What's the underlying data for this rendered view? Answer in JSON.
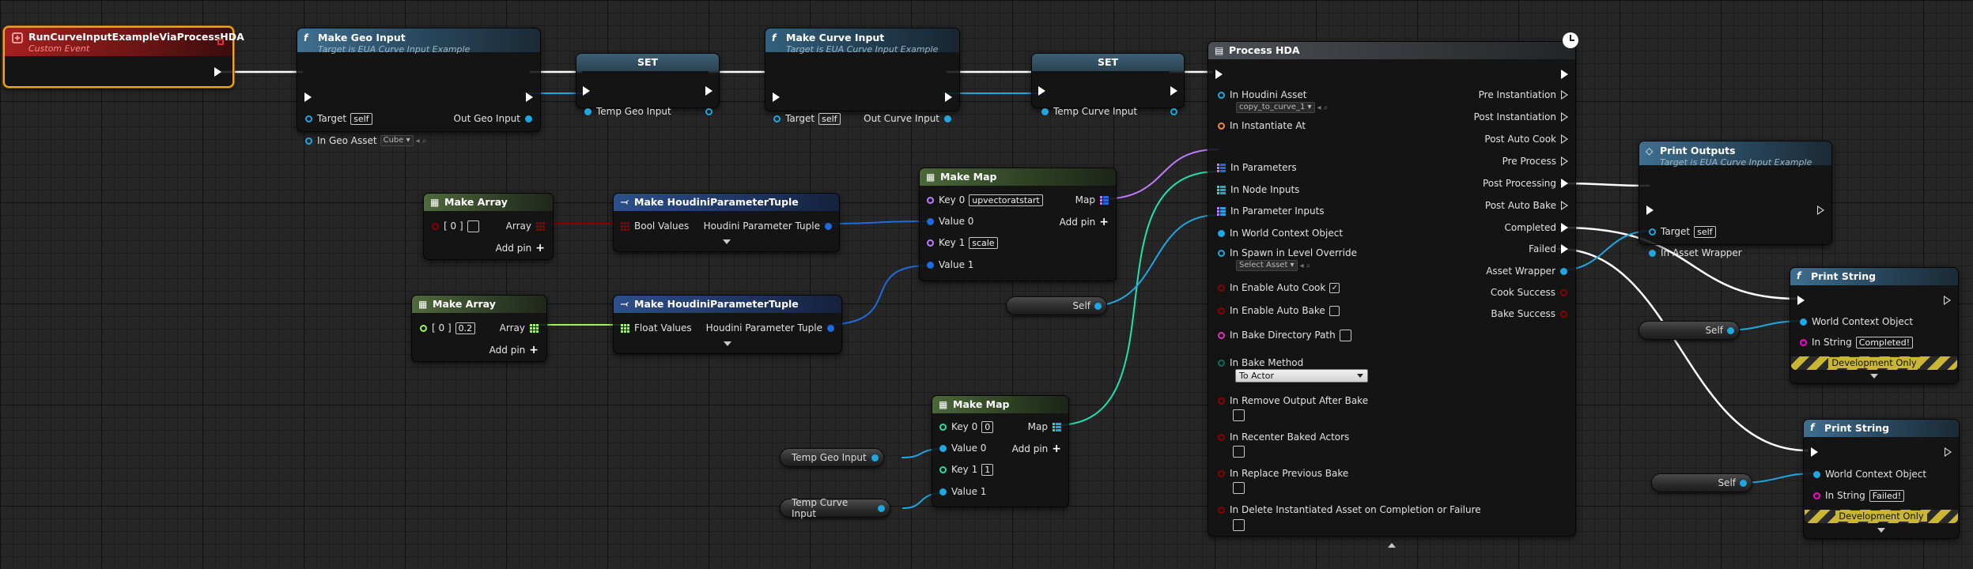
{
  "colors": {
    "exec": "#ffffff",
    "object": "#1ea7e1",
    "bool": "#8c0000",
    "float": "#9ef55d",
    "struct": "#1e6bdf",
    "string": "#ff00d4",
    "name": "#c17bff",
    "int": "#1fe3af",
    "transform": "#f58a3e",
    "selection": "#f3a41c"
  },
  "event_node": {
    "title": "RunCurveInputExampleViaProcessHDA",
    "subtitle": "Custom Event"
  },
  "make_geo_input": {
    "title": "Make Geo Input",
    "subtitle": "Target is EUA Curve Input Example",
    "target_label": "Target",
    "target_value": "self",
    "in_geo_asset_label": "In Geo Asset",
    "in_geo_asset_value": "Cube",
    "out_label": "Out Geo Input"
  },
  "set_geo": {
    "title": "SET",
    "var_label": "Temp Geo Input"
  },
  "make_curve_input": {
    "title": "Make Curve Input",
    "subtitle": "Target is EUA Curve Input Example",
    "target_label": "Target",
    "target_value": "self",
    "out_label": "Out Curve Input"
  },
  "set_curve": {
    "title": "SET",
    "var_label": "Temp Curve Input"
  },
  "make_array_bool": {
    "title": "Make Array",
    "index_label": "[ 0 ]",
    "out_label": "Array",
    "add_pin_label": "Add pin"
  },
  "make_array_float": {
    "title": "Make Array",
    "index_label": "[ 0 ]",
    "index_value": "0.2",
    "out_label": "Array",
    "add_pin_label": "Add pin"
  },
  "tuple_bool": {
    "title": "Make HoudiniParameterTuple",
    "in_label": "Bool Values",
    "out_label": "Houdini Parameter Tuple"
  },
  "tuple_float": {
    "title": "Make HoudiniParameterTuple",
    "in_label": "Float Values",
    "out_label": "Houdini Parameter Tuple"
  },
  "make_map_params": {
    "title": "Make Map",
    "key0_label": "Key 0",
    "key0_value": "upvectoratstart",
    "value0_label": "Value 0",
    "key1_label": "Key 1",
    "key1_value": "scale",
    "value1_label": "Value 1",
    "out_label": "Map",
    "add_pin_label": "Add pin"
  },
  "make_map_inputs": {
    "title": "Make Map",
    "key0_label": "Key 0",
    "key0_value": "0",
    "value0_label": "Value 0",
    "key1_label": "Key 1",
    "key1_value": "1",
    "value1_label": "Value 1",
    "out_label": "Map",
    "add_pin_label": "Add pin"
  },
  "var_self_1": {
    "label": "Self"
  },
  "var_self_2": {
    "label": "Self"
  },
  "var_self_3": {
    "label": "Self"
  },
  "var_temp_geo": {
    "label": "Temp Geo Input"
  },
  "var_temp_curve": {
    "label": "Temp Curve Input"
  },
  "process_hda": {
    "title": "Process HDA",
    "inputs": {
      "houdini_asset": "In Houdini Asset",
      "houdini_asset_value": "copy_to_curve_1",
      "instantiate_at": "In Instantiate At",
      "parameters": "In Parameters",
      "node_inputs": "In Node Inputs",
      "parameter_inputs": "In Parameter Inputs",
      "world_context": "In World Context Object",
      "spawn_level": "In Spawn in Level Override",
      "spawn_level_value": "Select Asset",
      "auto_cook": "In Enable Auto Cook",
      "auto_bake": "In Enable Auto Bake",
      "bake_dir": "In Bake Directory Path",
      "bake_method": "In Bake Method",
      "bake_method_value": "To Actor",
      "remove_output": "In Remove Output After Bake",
      "recenter": "In Recenter Baked Actors",
      "replace": "In Replace Previous Bake",
      "delete_instantiated": "In Delete Instantiated Asset on Completion or Failure"
    },
    "outputs": {
      "pre_instantiation": "Pre Instantiation",
      "post_instantiation": "Post Instantiation",
      "post_auto_cook": "Post Auto Cook",
      "pre_process": "Pre Process",
      "post_processing": "Post Processing",
      "post_auto_bake": "Post Auto Bake",
      "completed": "Completed",
      "failed": "Failed",
      "asset_wrapper": "Asset Wrapper",
      "cook_success": "Cook Success",
      "bake_success": "Bake Success"
    },
    "checkbox_states": {
      "auto_cook": true,
      "auto_bake": false
    }
  },
  "print_outputs": {
    "title": "Print Outputs",
    "subtitle": "Target is EUA Curve Input Example",
    "target_label": "Target",
    "target_value": "self",
    "wrapper_label": "In Asset Wrapper"
  },
  "print_string_1": {
    "title": "Print String",
    "world_label": "World Context Object",
    "string_label": "In String",
    "string_value": "Completed!",
    "dev_label": "Development Only"
  },
  "print_string_2": {
    "title": "Print String",
    "world_label": "World Context Object",
    "string_label": "In String",
    "string_value": "Failed!",
    "dev_label": "Development Only"
  }
}
